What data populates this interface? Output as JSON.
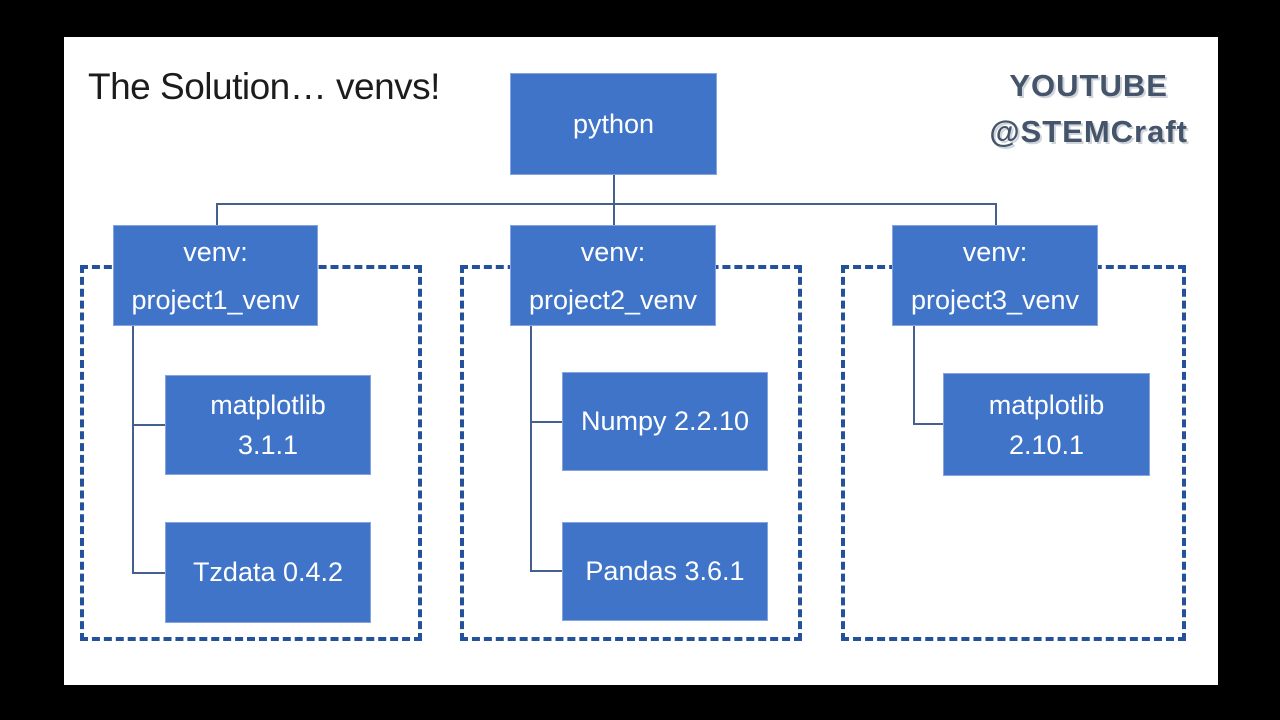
{
  "title": "The Solution… venvs!",
  "watermark": {
    "line1": "YOUTUBE",
    "line2": "@STEMCraft"
  },
  "root_box": {
    "label": "python"
  },
  "envs": [
    {
      "box": {
        "line1": "venv:",
        "line2": "project1_venv"
      },
      "packages": [
        {
          "line1": "matplotlib",
          "line2": "3.1.1"
        },
        {
          "line1": "Tzdata 0.4.2"
        }
      ]
    },
    {
      "box": {
        "line1": "venv:",
        "line2": "project2_venv"
      },
      "packages": [
        {
          "line1": "Numpy 2.2.10"
        },
        {
          "line1": "Pandas 3.6.1"
        }
      ]
    },
    {
      "box": {
        "line1": "venv:",
        "line2": "project3_venv"
      },
      "packages": [
        {
          "line1": "matplotlib",
          "line2": "2.10.1"
        }
      ]
    }
  ],
  "colors": {
    "frame_bg": "#000000",
    "slide_bg": "#ffffff",
    "title_text": "#1c1c1c",
    "watermark_text": "#44546a",
    "node_fill": "#3f74c9",
    "node_border": "#86a5de",
    "dashed_border": "#24519b",
    "connector": "#44608f"
  }
}
